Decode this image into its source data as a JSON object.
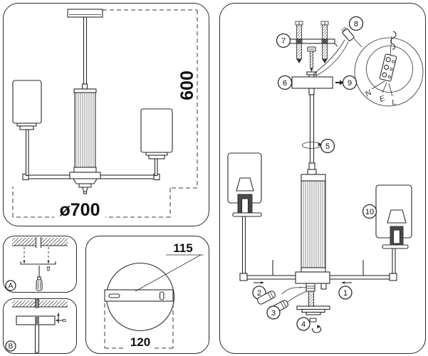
{
  "colors": {
    "line": "#2b2b2b",
    "dark_socket": "#4a4a4a",
    "background": "#ffffff"
  },
  "dimension_panel": {
    "height": "600",
    "diameter": "ø700"
  },
  "plate_panel": {
    "bracket_length": "115",
    "plate_width": "120"
  },
  "step_panels": {
    "a": "A",
    "b": "B"
  },
  "wiring": {
    "neutral": "N",
    "earth": "E",
    "live": "L"
  },
  "callouts": {
    "c1": "1",
    "c2": "2",
    "c3": "3",
    "c4": "4",
    "c5": "5",
    "c6": "6",
    "c7": "7",
    "c8": "8",
    "c9": "9",
    "c10": "10"
  }
}
